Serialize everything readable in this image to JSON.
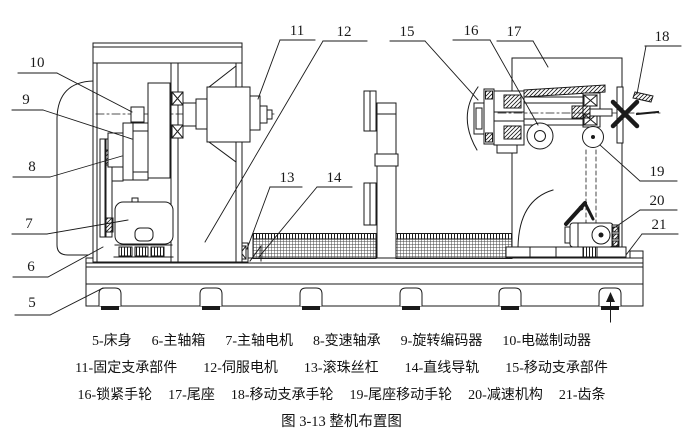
{
  "figure": {
    "type": "technical-layout-diagram",
    "caption": "图 3-13 整机布置图",
    "callouts": [
      {
        "num": "5",
        "part": "床身"
      },
      {
        "num": "6",
        "part": "主轴箱"
      },
      {
        "num": "7",
        "part": "主轴电机"
      },
      {
        "num": "8",
        "part": "变速轴承"
      },
      {
        "num": "9",
        "part": "旋转编码器"
      },
      {
        "num": "10",
        "part": "电磁制动器"
      },
      {
        "num": "11",
        "part": "固定支承部件"
      },
      {
        "num": "12",
        "part": "伺服电机"
      },
      {
        "num": "13",
        "part": "滚珠丝杠"
      },
      {
        "num": "14",
        "part": "直线导轨"
      },
      {
        "num": "15",
        "part": "移动支承部件"
      },
      {
        "num": "16",
        "part": "锁紧手轮"
      },
      {
        "num": "17",
        "part": "尾座"
      },
      {
        "num": "18",
        "part": "移动支承手轮"
      },
      {
        "num": "19",
        "part": "尾座移动手轮"
      },
      {
        "num": "20",
        "part": "减速机构"
      },
      {
        "num": "21",
        "part": "齿条"
      }
    ],
    "legend_rows": [
      [
        "5-床身",
        "6-主轴箱",
        "7-主轴电机",
        "8-变速轴承",
        "9-旋转编码器",
        "10-电磁制动器"
      ],
      [
        "11-固定支承部件",
        "12-伺服电机",
        "13-滚珠丝杠",
        "14-直线导轨",
        "15-移动支承部件"
      ],
      [
        "16-锁紧手轮",
        "17-尾座",
        "18-移动支承手轮",
        "19-尾座移动手轮",
        "20-减速机构",
        "21-齿条"
      ]
    ],
    "colors": {
      "line": "#1a1a1a",
      "background": "#ffffff"
    }
  }
}
